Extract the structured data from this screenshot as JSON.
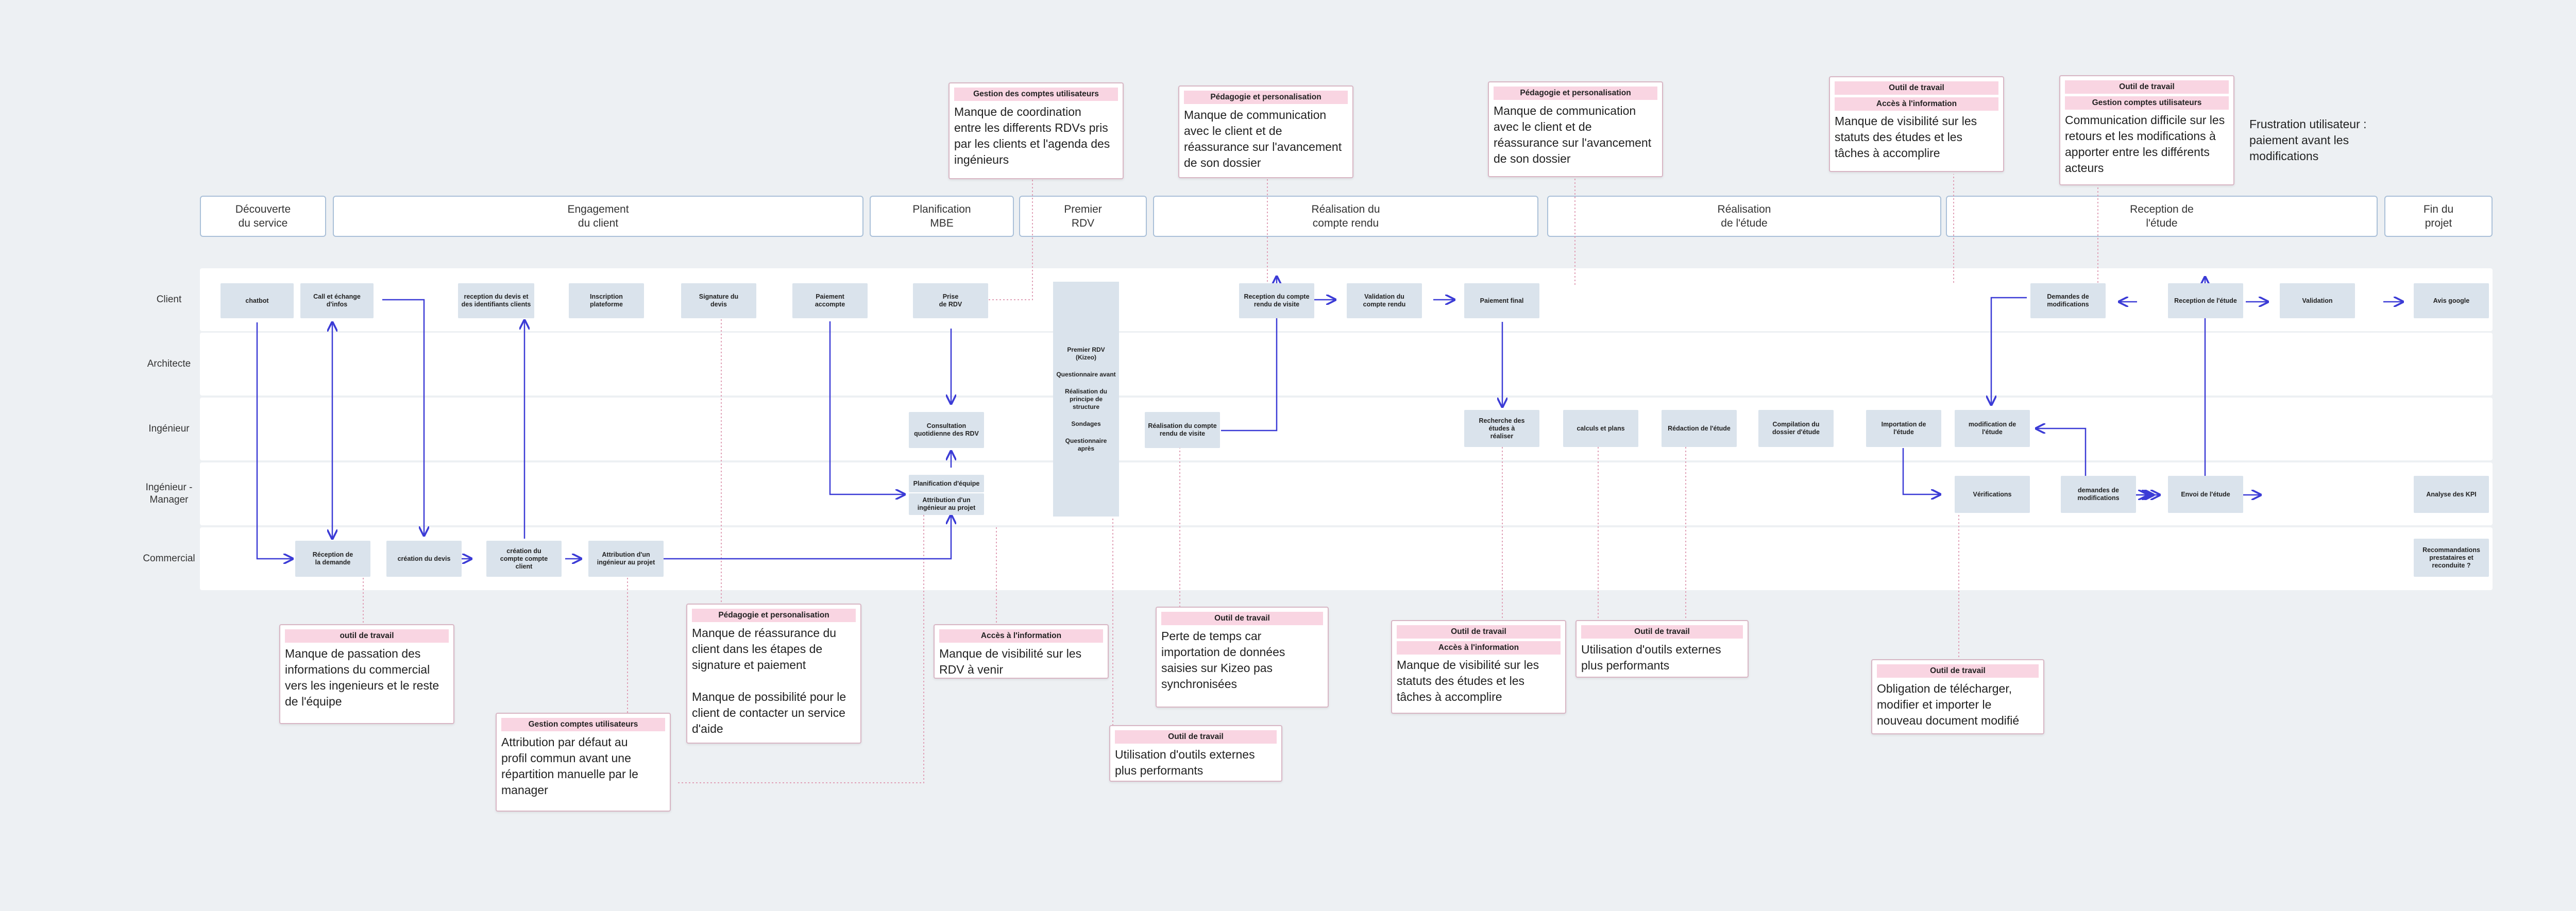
{
  "phases": [
    {
      "id": "decouverte",
      "label": "Découverte\ndu service"
    },
    {
      "id": "engagement",
      "label": "Engagement\ndu client"
    },
    {
      "id": "planification",
      "label": "Planification\nMBE"
    },
    {
      "id": "premier",
      "label": "Premier\nRDV"
    },
    {
      "id": "realisation-cr",
      "label": "Réalisation du\ncompte rendu"
    },
    {
      "id": "realisation-etude",
      "label": "Réalisation\nde l'étude"
    },
    {
      "id": "reception",
      "label": "Reception de\nl'étude"
    },
    {
      "id": "fin",
      "label": "Fin du\nprojet"
    }
  ],
  "lanes": [
    {
      "id": "client",
      "label": "Client"
    },
    {
      "id": "architecte",
      "label": "Architecte"
    },
    {
      "id": "ingenieur",
      "label": "Ingénieur"
    },
    {
      "id": "manager",
      "label": "Ingénieur -\nManager"
    },
    {
      "id": "commercial",
      "label": "Commercial"
    }
  ],
  "steps": [
    {
      "id": "chatbot",
      "label": "chatbot"
    },
    {
      "id": "call",
      "label": "Call et échange\nd'infos"
    },
    {
      "id": "reception-devis",
      "label": "reception du devis et\ndes identifiants clients"
    },
    {
      "id": "inscription",
      "label": "Inscription\nplateforme"
    },
    {
      "id": "signature",
      "label": "Signature du\ndevis"
    },
    {
      "id": "paiement",
      "label": "Paiement\naccompte"
    },
    {
      "id": "prise-rdv",
      "label": "Prise\nde RDV"
    },
    {
      "id": "reception-cr",
      "label": "Reception du compte\nrendu de visite"
    },
    {
      "id": "validation-cr",
      "label": "Validation du\ncompte rendu"
    },
    {
      "id": "paiement-final",
      "label": "Paiement final"
    },
    {
      "id": "demandes-modif-client",
      "label": "Demandes de\nmodifications"
    },
    {
      "id": "reception-etude",
      "label": "Reception de l'étude"
    },
    {
      "id": "validation",
      "label": "Validation"
    },
    {
      "id": "avis",
      "label": "Avis google"
    },
    {
      "id": "consultation",
      "label": "Consultation\nquotidienne des RDV"
    },
    {
      "id": "realisation-cr-visite",
      "label": "Réalisation du compte\nrendu de visite"
    },
    {
      "id": "recherche",
      "label": "Recherche des\nétudes à\nréaliser"
    },
    {
      "id": "calculs",
      "label": "calculs et plans"
    },
    {
      "id": "redaction",
      "label": "Rédaction de l'étude"
    },
    {
      "id": "compilation",
      "label": "Compilation du\ndossier d'étude"
    },
    {
      "id": "importation",
      "label": "Importation de\nl'étude"
    },
    {
      "id": "modification",
      "label": "modification de l'étude"
    },
    {
      "id": "planification-equipe",
      "label": "Planification d'équipe"
    },
    {
      "id": "attribution-ing-projet",
      "label": "Attribution d'un\ningénieur au projet"
    },
    {
      "id": "verifications",
      "label": "Vérifications"
    },
    {
      "id": "demandes-modif-mgr",
      "label": "demandes de\nmodifications"
    },
    {
      "id": "envoi",
      "label": "Envoi de l'étude"
    },
    {
      "id": "analyse-kpi",
      "label": "Analyse des KPI"
    },
    {
      "id": "reception-demande",
      "label": "Réception de\nla demande"
    },
    {
      "id": "creation-devis",
      "label": "création du devis"
    },
    {
      "id": "creation-compte",
      "label": "création du\ncompte compte\nclient"
    },
    {
      "id": "attribution-comm",
      "label": "Attribution d'un\ningénieur au projet"
    },
    {
      "id": "recommandations",
      "label": "Recommandations\nprestataires et\nreconduite ?"
    }
  ],
  "premier_rdv": {
    "items": [
      "Premier RDV\n(Kizeo)",
      "Questionnaire avant",
      "Réalisation du\nprincipe de structure",
      "Sondages",
      "Questionnaire après"
    ]
  },
  "notes": [
    {
      "id": "n-coordination",
      "tags": [
        "Gestion des comptes utilisateurs"
      ],
      "text": "Manque de coordination\nentre les differents RDVs pris\npar les clients et l'agenda des\ningénieurs"
    },
    {
      "id": "n-pedagogie-1",
      "tags": [
        "Pédagogie et personalisation"
      ],
      "text": "Manque de communication\navec le client et de\nréassurance sur l'avancement\nde son dossier"
    },
    {
      "id": "n-pedagogie-2",
      "tags": [
        "Pédagogie et personalisation"
      ],
      "text": "Manque de communication\navec le client et de\nréassurance sur l'avancement\nde son dossier"
    },
    {
      "id": "n-visibilite-top",
      "tags": [
        "Outil de travail",
        "Accès à l'information"
      ],
      "text": "Manque de visibilité sur les\nstatuts des études et les\ntâches à accomplire"
    },
    {
      "id": "n-communication",
      "tags": [
        "Outil de travail",
        "Gestion comptes utilisateurs"
      ],
      "text": "Communication difficile sur les\nretours et les modifications à\napporter entre les différents\nacteurs"
    },
    {
      "id": "n-passation",
      "tags": [
        "outil de travail"
      ],
      "text": "Manque de passation des\ninformations du commercial\nvers les ingenieurs et le reste\nde l'équipe"
    },
    {
      "id": "n-attribution",
      "tags": [
        "Gestion comptes utilisateurs"
      ],
      "text": "Attribution par défaut au\nprofil commun avant une\nrépartition manuelle par le\nmanager"
    },
    {
      "id": "n-reassurance",
      "tags": [
        "Pédagogie et personalisation"
      ],
      "text": "Manque de réassurance du\nclient dans les étapes de\nsignature et paiement\n\nManque de possibilité pour le\nclient de contacter un service\nd'aide"
    },
    {
      "id": "n-rdv-venir",
      "tags": [
        "Accès à l'information"
      ],
      "text": "Manque de visibilité sur les\nRDV à venir"
    },
    {
      "id": "n-perte-temps",
      "tags": [
        "Outil de travail"
      ],
      "text": "Perte de temps car\nimportation de données\nsaisies sur Kizeo pas\nsynchronisées"
    },
    {
      "id": "n-outils-externes-1",
      "tags": [
        "Outil de travail"
      ],
      "text": "Utilisation d'outils externes\nplus performants"
    },
    {
      "id": "n-visibilite-bottom",
      "tags": [
        "Outil de travail",
        "Accès à l'information"
      ],
      "text": "Manque de visibilité sur les\nstatuts des études et les\ntâches à accomplire"
    },
    {
      "id": "n-outils-externes-2",
      "tags": [
        "Outil de travail"
      ],
      "text": "Utilisation d'outils externes\nplus performants"
    },
    {
      "id": "n-obligation",
      "tags": [
        "Outil de travail"
      ],
      "text": "Obligation de télécharger,\nmodifier et importer le\nnouveau document modifié"
    }
  ],
  "free_note": "Frustration utilisateur :\npaiement avant les\nmodifications",
  "colors": {
    "flow": "#3b3bd6",
    "dotted": "#e0a0b6",
    "step": "#dae3ec",
    "tag": "#f9d5e2",
    "phase_border": "#aac0d8"
  }
}
